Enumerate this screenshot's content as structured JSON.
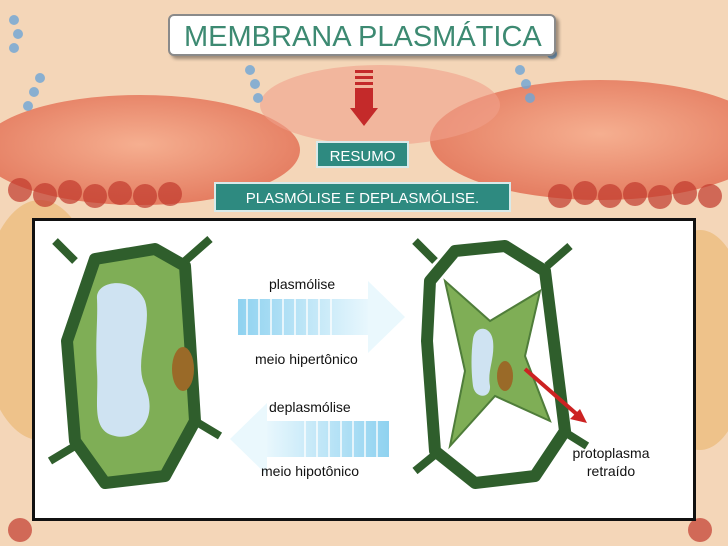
{
  "title": "MEMBRANA PLASMÁTICA",
  "resumo": "RESUMO",
  "subtitle": "PLASMÓLISE E DEPLASMÓLISE.",
  "diagram": {
    "arrow_top_label": "plasmólise",
    "arrow_top_medium": "meio hipertônico",
    "arrow_bottom_label": "deplasmólise",
    "arrow_bottom_medium": "meio hipotônico",
    "callout_line1": "protoplasma",
    "callout_line2": "retraído"
  },
  "colors": {
    "title_text": "#3d8a72",
    "label_box": "#2e8a80",
    "cell_wall": "#2f5e2c",
    "cytoplasm": "#7fae56",
    "vacuole": "#cfe3f2",
    "nucleus": "#9a6a28",
    "callout_arrow": "#cc2222"
  }
}
